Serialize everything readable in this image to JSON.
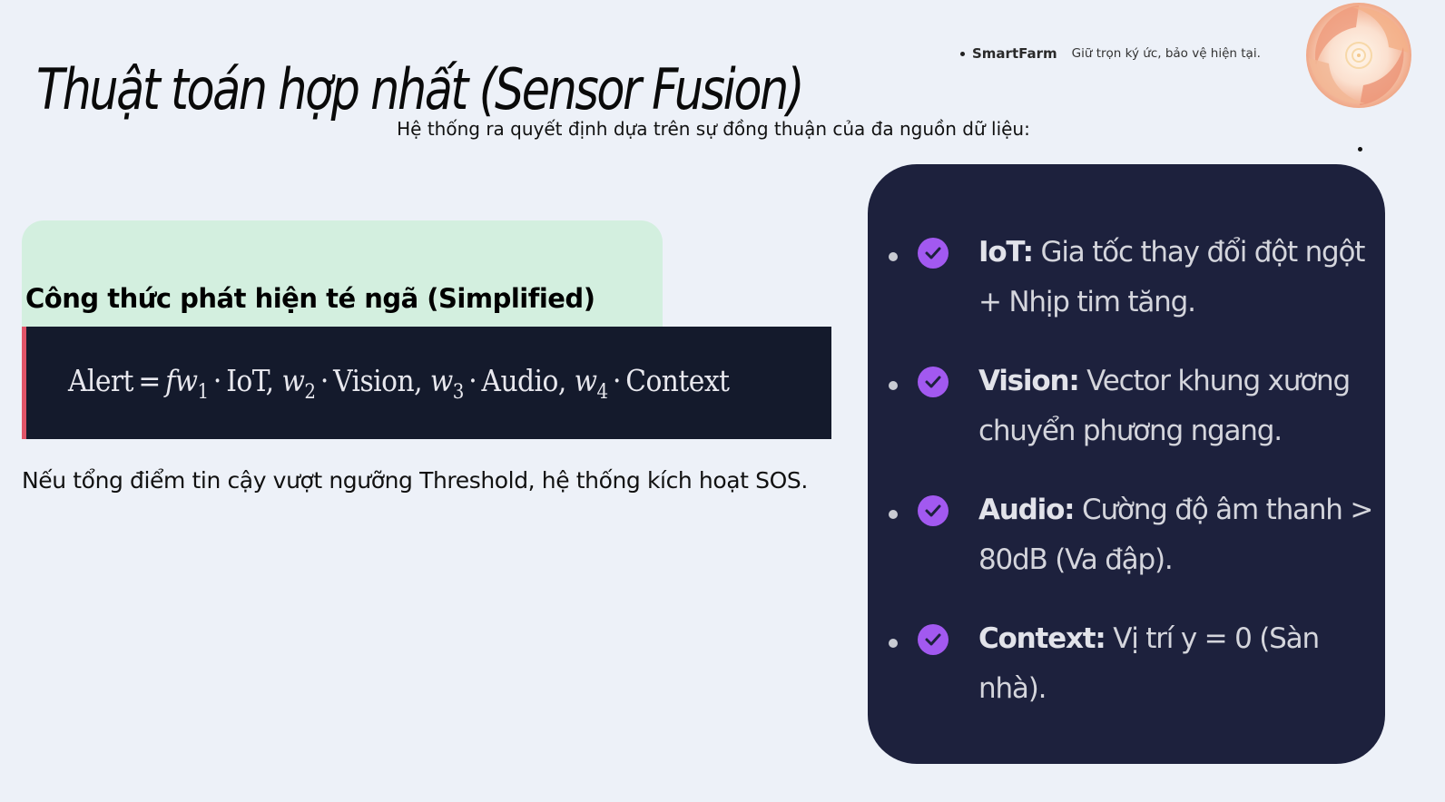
{
  "header": {
    "title": "Thuật toán hợp nhất (Sensor Fusion)",
    "brand_name": "SmartFarm",
    "brand_tagline": "Giữ trọn ký ức, bảo vệ hiện tại.",
    "logo_icon": "swirl-hands-logo"
  },
  "subtitle": "Hệ thống ra quyết định dựa trên sự đồng thuận của đa nguồn dữ liệu:",
  "formula_section": {
    "heading": "Công thức phát hiện té ngã (Simplified)",
    "formula": {
      "lhs": "Alert",
      "eq": "=",
      "f": "f",
      "terms": [
        {
          "w": "w",
          "sub": "1",
          "name": "IoT"
        },
        {
          "w": "w",
          "sub": "2",
          "name": "Vision"
        },
        {
          "w": "w",
          "sub": "3",
          "name": "Audio"
        },
        {
          "w": "w",
          "sub": "4",
          "name": "Context"
        }
      ]
    },
    "accent_color": "#e05468",
    "background_color": "#141a2c"
  },
  "note": "Nếu tổng điểm tin cậy vượt ngưỡng Threshold, hệ thống kích hoạt SOS.",
  "criteria_panel": {
    "background_color": "#1d213d",
    "check_color": "#a259f0",
    "items": [
      {
        "label": "IoT:",
        "description": "Gia tốc thay đổi đột ngột + Nhịp tim tăng.",
        "icon": "check-circle-icon"
      },
      {
        "label": "Vision:",
        "description": "Vector khung xương chuyển phương ngang.",
        "icon": "check-circle-icon"
      },
      {
        "label": "Audio:",
        "description": "Cường độ âm thanh > 80dB (Va đập).",
        "icon": "check-circle-icon"
      },
      {
        "label": "Context:",
        "description": "Vị trí y = 0 (Sàn nhà).",
        "icon": "check-circle-icon"
      }
    ]
  }
}
